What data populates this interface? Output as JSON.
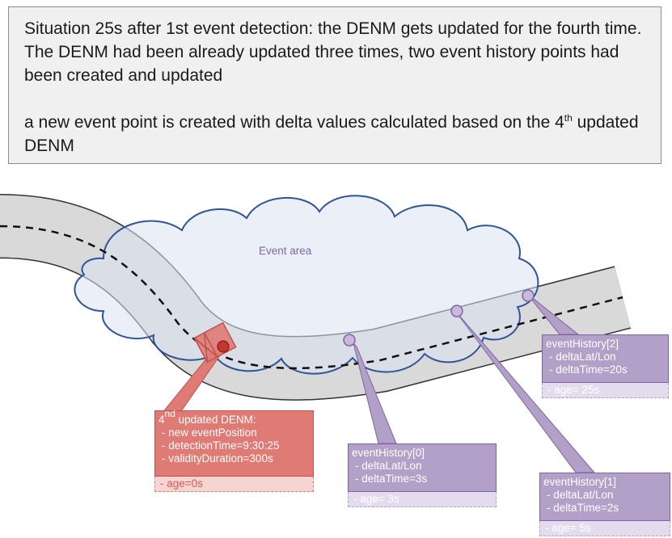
{
  "header": {
    "line1": "Situation 25s after 1st event detection: the DENM gets updated for the fourth time. The DENM had been already updated three times, two event history points had been created and updated",
    "line2_pre": "a new event point is created with delta values calculated based on the 4",
    "line2_sup": "th",
    "line2_post": " updated DENM"
  },
  "event_area_label": "Event area",
  "callouts": {
    "denm": {
      "title_pre": "4",
      "title_sup": "nd",
      "title_post": " updated DENM:",
      "lines": [
        "- new eventPosition",
        "- detectionTime=9:30:25",
        "- validityDuration=300s"
      ],
      "age": "- age=0s"
    },
    "eh0": {
      "title": "eventHistory[0]",
      "lines": [
        "- deltaLat/Lon",
        "- deltaTime=3s"
      ],
      "age": "- age= 3s"
    },
    "eh1": {
      "title": "eventHistory[1]",
      "lines": [
        "- deltaLat/Lon",
        "- deltaTime=2s"
      ],
      "age": "- age= 5s"
    },
    "eh2": {
      "title": "eventHistory[2]",
      "lines": [
        "- deltaLat/Lon",
        "- deltaTime=20s"
      ],
      "age": "- age= 25s"
    }
  },
  "colors": {
    "road": "#d9d9d9",
    "cloud_fill": "#dae3f3",
    "cloud_stroke": "#2f5597",
    "denm_red": "#e07a74",
    "history_purple": "#b2a0c8"
  }
}
